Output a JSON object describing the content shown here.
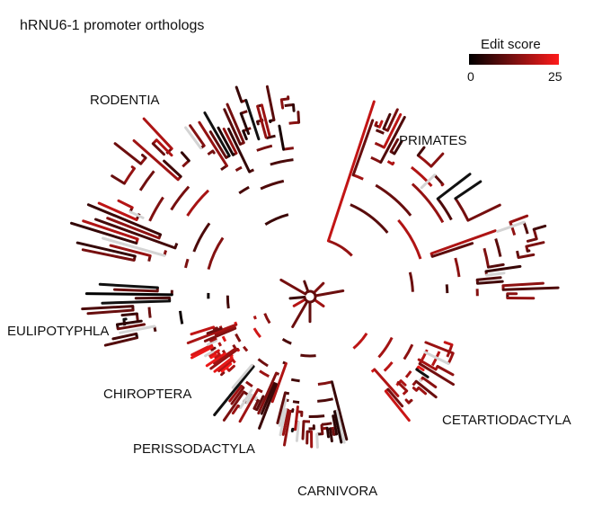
{
  "figure": {
    "title": "hRNU6-1 promoter orthologs"
  },
  "legend": {
    "title": "Edit score",
    "min_label": "0",
    "max_label": "25",
    "min_value": 0,
    "max_value": 25,
    "color_low": "#000000",
    "color_mid": "#7a1010",
    "color_high": "#ff1a1a"
  },
  "clades": [
    {
      "id": "rodentia",
      "label": "RODENTIA"
    },
    {
      "id": "primates",
      "label": "PRIMATES"
    },
    {
      "id": "eulipotyphla",
      "label": "EULIPOTYPHLA"
    },
    {
      "id": "chiroptera",
      "label": "CHIROPTERA"
    },
    {
      "id": "perissodactyla",
      "label": "PERISSODACTYLA"
    },
    {
      "id": "carnivora",
      "label": "CARNIVORA"
    },
    {
      "id": "cetartiodactyla",
      "label": "CETARTIODACTYLA"
    }
  ],
  "colors": {
    "missing_branch": "#d4d4d4",
    "background": "#ffffff"
  }
}
